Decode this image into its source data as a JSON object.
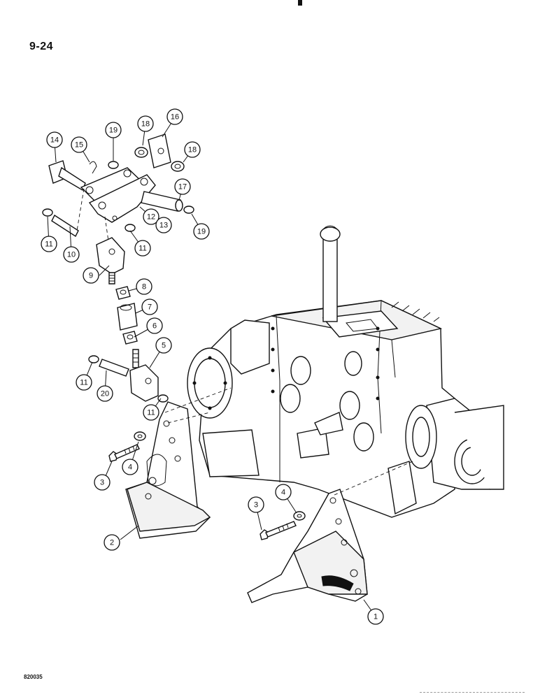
{
  "page": {
    "page_number": "9-24",
    "figure_id": "820035"
  },
  "callouts": [
    {
      "label": "1"
    },
    {
      "label": "2"
    },
    {
      "label": "3"
    },
    {
      "label": "3"
    },
    {
      "label": "4"
    },
    {
      "label": "4"
    },
    {
      "label": "5"
    },
    {
      "label": "6"
    },
    {
      "label": "7"
    },
    {
      "label": "8"
    },
    {
      "label": "9"
    },
    {
      "label": "10"
    },
    {
      "label": "11"
    },
    {
      "label": "11"
    },
    {
      "label": "11"
    },
    {
      "label": "11"
    },
    {
      "label": "12"
    },
    {
      "label": "13"
    },
    {
      "label": "14"
    },
    {
      "label": "15"
    },
    {
      "label": "16"
    },
    {
      "label": "17"
    },
    {
      "label": "18"
    },
    {
      "label": "18"
    },
    {
      "label": "19"
    },
    {
      "label": "19"
    },
    {
      "label": "20"
    }
  ]
}
